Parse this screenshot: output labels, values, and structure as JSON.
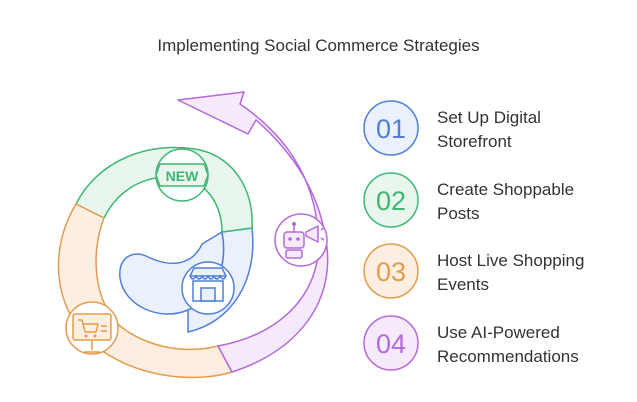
{
  "title": "Implementing Social Commerce Strategies",
  "badge_text": "NEW",
  "steps": [
    {
      "number": "01",
      "line1": "Set Up Digital",
      "line2": "Storefront",
      "color": "#4f7fd9",
      "fill": "#eaf1fc"
    },
    {
      "number": "02",
      "line1": "Create Shoppable",
      "line2": "Posts",
      "color": "#3fb772",
      "fill": "#e8f6ee"
    },
    {
      "number": "03",
      "line1": "Host Live Shopping",
      "line2": "Events",
      "color": "#e59b4b",
      "fill": "#fcefe2"
    },
    {
      "number": "04",
      "line1": "Use AI-Powered",
      "line2": "Recommendations",
      "color": "#b46ad9",
      "fill": "#f5eafc"
    }
  ],
  "icons": {
    "storefront": "storefront-icon",
    "new_badge": "new-badge-icon",
    "cart_board": "cart-board-icon",
    "robot": "robot-megaphone-icon"
  }
}
